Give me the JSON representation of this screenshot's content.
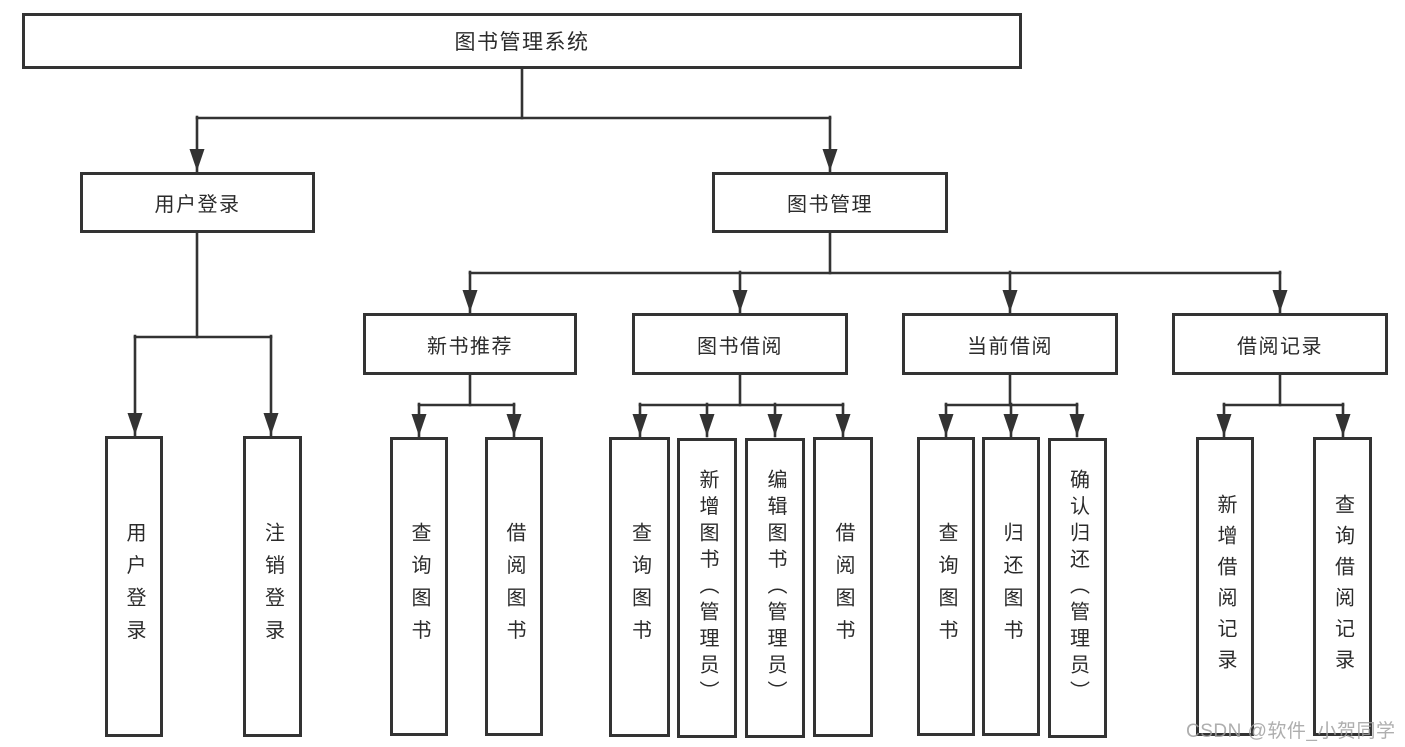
{
  "diagram": {
    "root_label": "图书管理系统",
    "user_login": {
      "label": "用户登录",
      "children": {
        "login": "用户登录",
        "logout": "注销登录"
      }
    },
    "book_manage": {
      "label": "图书管理",
      "new_book": {
        "label": "新书推荐",
        "children": {
          "query": "查询图书",
          "borrow": "借阅图书"
        }
      },
      "book_borrow": {
        "label": "图书借阅",
        "children": {
          "query": "查询图书",
          "add": "新增图书（管理员）",
          "edit": "编辑图书（管理员）",
          "borrow": "借阅图书"
        }
      },
      "current_borrow": {
        "label": "当前借阅",
        "children": {
          "query": "查询图书",
          "return": "归还图书",
          "confirm": "确认归还（管理员）"
        }
      },
      "borrow_record": {
        "label": "借阅记录",
        "children": {
          "add": "新增借阅记录",
          "query": "查询借阅记录"
        }
      }
    }
  },
  "watermark": {
    "text": "CSDN @软件_小贺同学"
  },
  "colors": {
    "line": "#333333",
    "border": "#333333",
    "text": "#2b2b2b",
    "watermark": "#a0a0a0",
    "background": "#ffffff"
  }
}
